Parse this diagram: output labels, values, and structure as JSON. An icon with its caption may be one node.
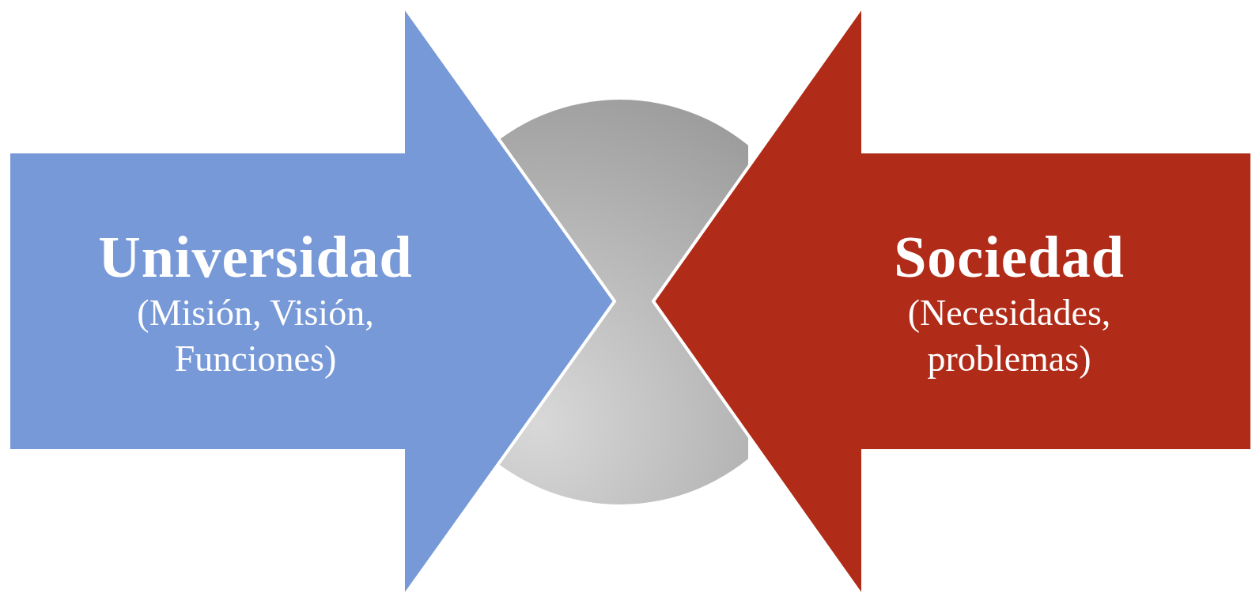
{
  "diagram": {
    "nodes": [
      {
        "text": [
          "Universidad",
          "(Misión, Visión, Funciones)"
        ]
      },
      {
        "text": [],
        "shape": "circle"
      },
      {
        "text": [
          "Sociedad",
          "(Necesidades, problemas)"
        ]
      }
    ]
  }
}
